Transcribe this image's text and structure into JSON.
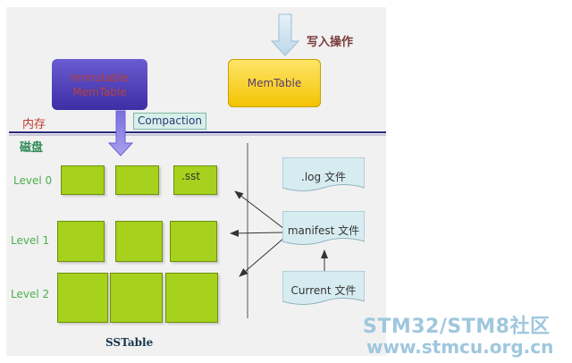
{
  "memory_label": "内存",
  "disk_label": "磁盘",
  "write_label": "写入操作",
  "immutable_memtable": {
    "line1": "Immutable",
    "line2": "MemTable"
  },
  "memtable_label": "MemTable",
  "compaction_label": "Compaction",
  "levels": [
    "Level 0",
    "Level 1",
    "Level 2"
  ],
  "sst_file_label": ".sst",
  "files": {
    "log": ".log 文件",
    "manifest": "manifest 文件",
    "current": "Current 文件"
  },
  "sstable_caption": "SSTable",
  "watermark": {
    "line1": "STM32/STM8社区",
    "line2": "www.stmcu.org.cn"
  },
  "colors": {
    "sstable_fill": "#a6d11c",
    "memtable_fill": "#f2c300",
    "immutable_fill": "#4a3bb5",
    "file_fill": "#d7ecf0",
    "divider": "#2a2a7a"
  }
}
